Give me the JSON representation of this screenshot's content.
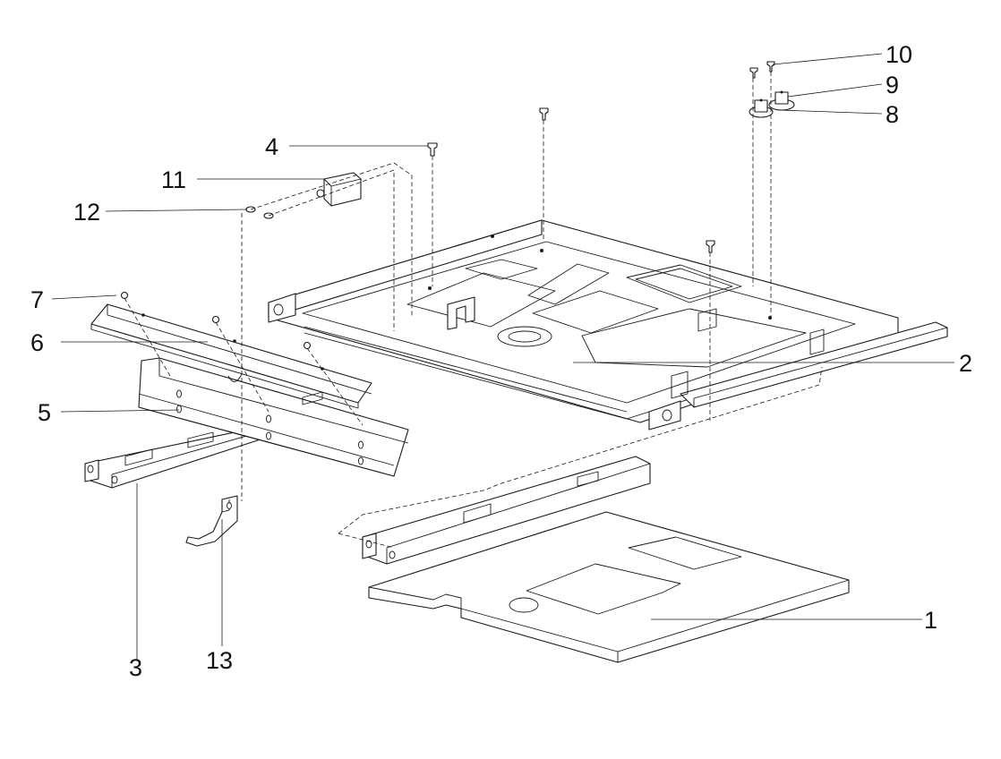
{
  "diagram": {
    "style": "exploded parts view",
    "callouts": [
      {
        "id": "c1",
        "label": "1"
      },
      {
        "id": "c2",
        "label": "2"
      },
      {
        "id": "c3",
        "label": "3"
      },
      {
        "id": "c4",
        "label": "4"
      },
      {
        "id": "c5",
        "label": "5"
      },
      {
        "id": "c6",
        "label": "6"
      },
      {
        "id": "c7",
        "label": "7"
      },
      {
        "id": "c8",
        "label": "8"
      },
      {
        "id": "c9",
        "label": "9"
      },
      {
        "id": "c10",
        "label": "10"
      },
      {
        "id": "c11",
        "label": "11"
      },
      {
        "id": "c12",
        "label": "12"
      },
      {
        "id": "c13",
        "label": "13"
      }
    ]
  },
  "colors": {
    "line": "#1a1a1a",
    "background": "#ffffff"
  }
}
